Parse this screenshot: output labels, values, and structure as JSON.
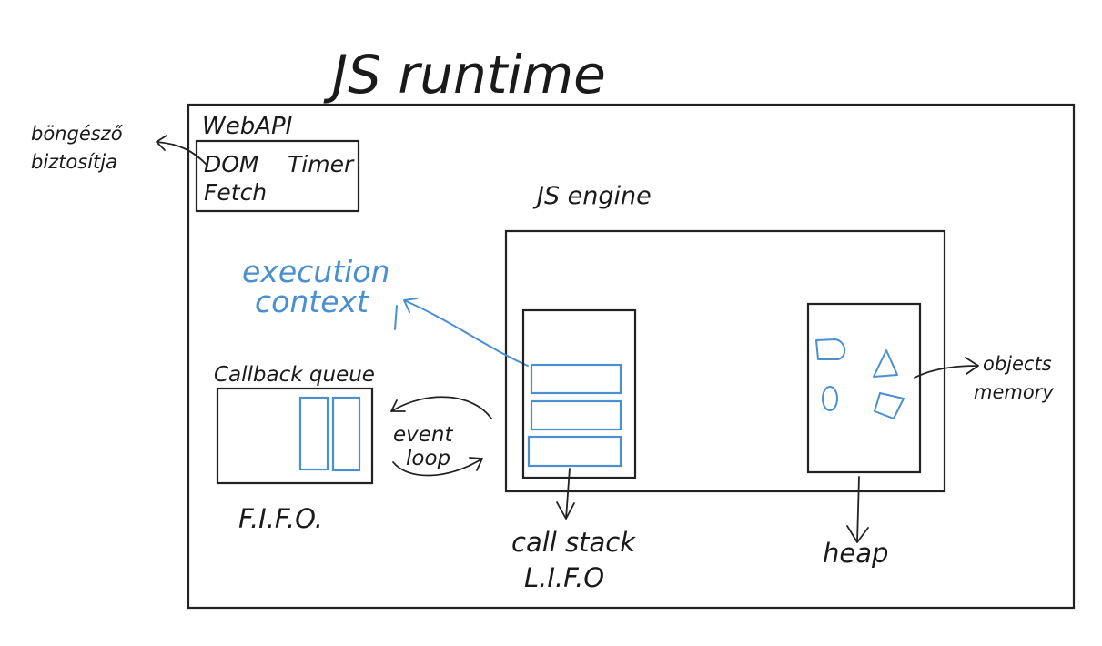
{
  "title": "JS runtime",
  "web_api": {
    "heading": "WebAPI",
    "items": [
      "DOM",
      "Timer",
      "Fetch"
    ],
    "side_note_line1": "böngésző",
    "side_note_line2": "biztosítja"
  },
  "engine": {
    "heading": "JS engine"
  },
  "execution_context": {
    "line1": "execution",
    "line2": "context"
  },
  "callback_queue": {
    "label": "Callback queue",
    "order": "F.I.F.O."
  },
  "event_loop": {
    "line1": "event",
    "line2": "loop"
  },
  "call_stack": {
    "label": "call stack",
    "order": "L.I.F.O"
  },
  "heap": {
    "label": "heap",
    "note_line1": "objects",
    "note_line2": "memory"
  },
  "colors": {
    "ink": "#222222",
    "accent_blue": "#4a8fd1"
  }
}
